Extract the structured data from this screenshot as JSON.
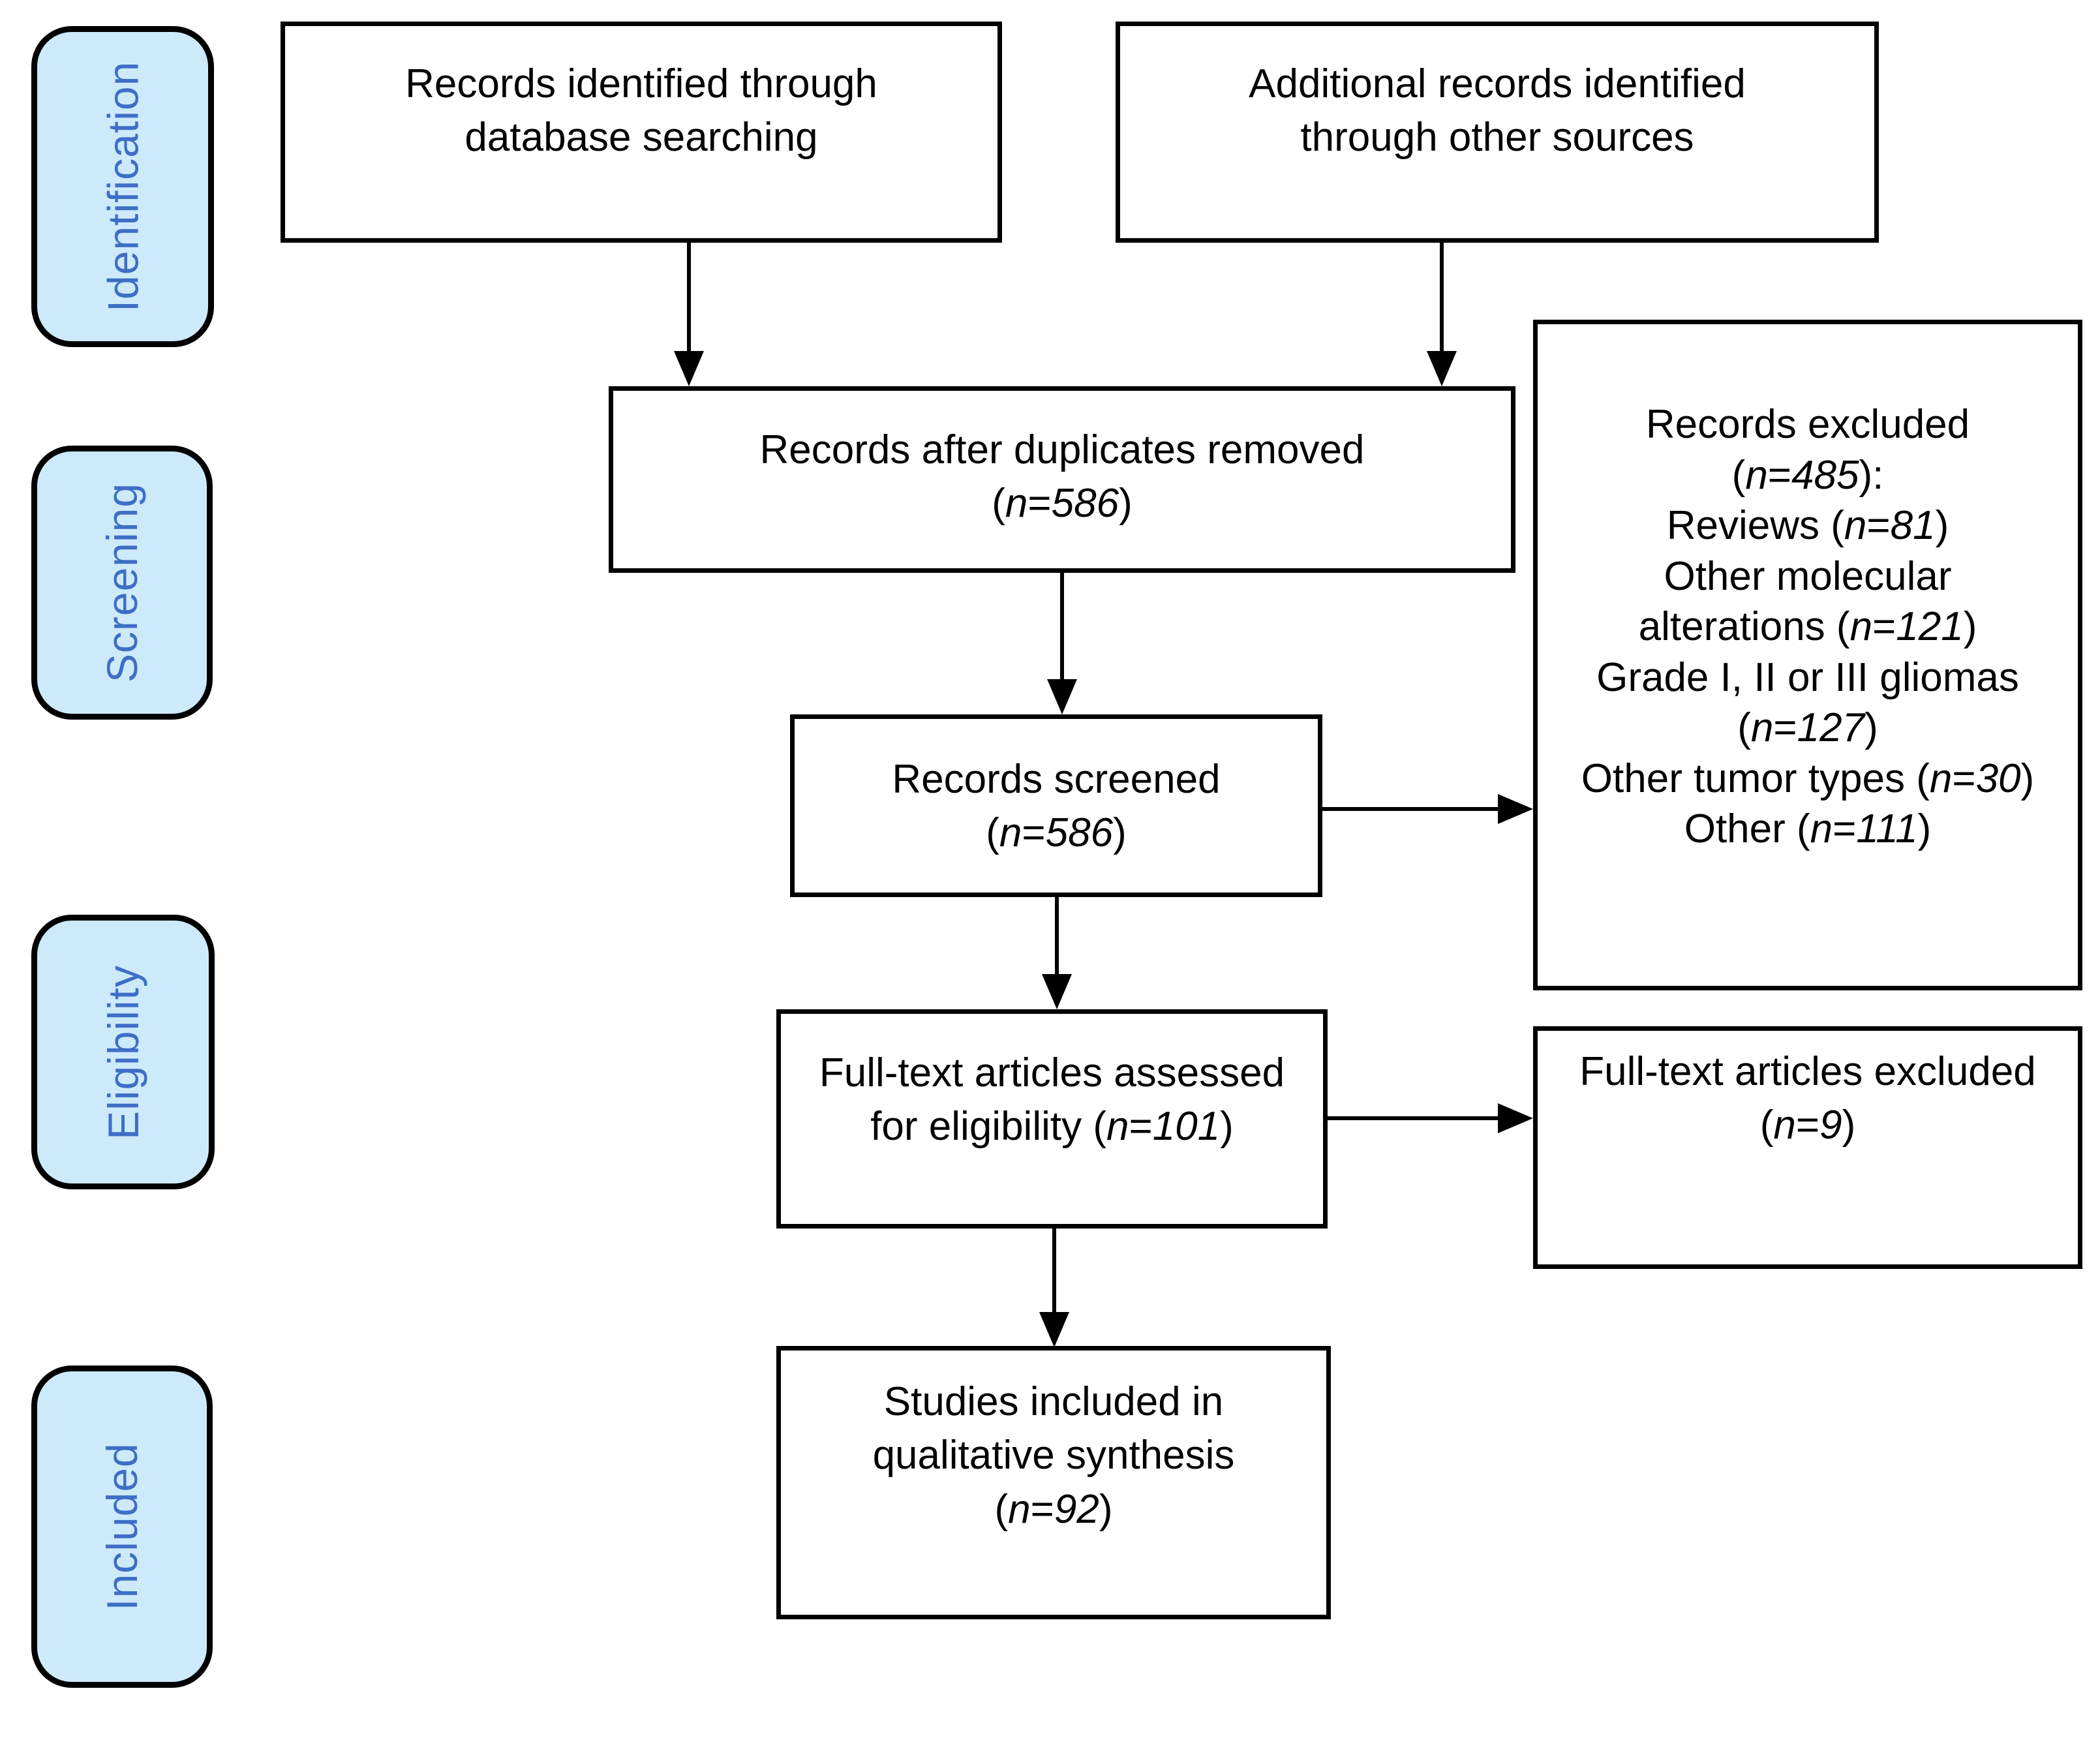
{
  "diagram": {
    "kind": "prisma-flow-diagram",
    "colors": {
      "background": "#ffffff",
      "box_fill": "#ffffff",
      "box_border": "#000000",
      "arrow": "#000000",
      "phase_fill": "#CDEAFB",
      "phase_border": "#000000",
      "phase_text": "#3E6EC5",
      "box_text": "#000000"
    },
    "phases": [
      {
        "label": "Identification"
      },
      {
        "label": "Screening"
      },
      {
        "label": "Eligibility"
      },
      {
        "label": "Included"
      }
    ],
    "boxes": {
      "identified": {
        "lines": [
          "Records identified through",
          "database searching"
        ]
      },
      "additional": {
        "lines": [
          "Additional records identified",
          "through other sources"
        ]
      },
      "duplicates": {
        "lines": [
          "Records after duplicates removed",
          "(n=586)"
        ]
      },
      "screened": {
        "lines": [
          "Records screened",
          "(n=586)"
        ]
      },
      "excluded": {
        "lines": [
          "Records excluded",
          "(n=485):",
          "Reviews (n=81)",
          "Other molecular",
          "alterations (n=121)",
          "Grade I, II or III gliomas",
          "(n=127)",
          "Other tumor types (n=30)",
          "Other (n=111)"
        ]
      },
      "fulltext": {
        "lines": [
          "Full-text articles assessed",
          "for eligibility (n=101)"
        ]
      },
      "fulltext_excluded": {
        "lines": [
          "Full-text articles excluded",
          "(n=9)"
        ]
      },
      "studies": {
        "lines": [
          "Studies included in",
          "qualitative synthesis",
          "(n=92)"
        ]
      }
    }
  }
}
